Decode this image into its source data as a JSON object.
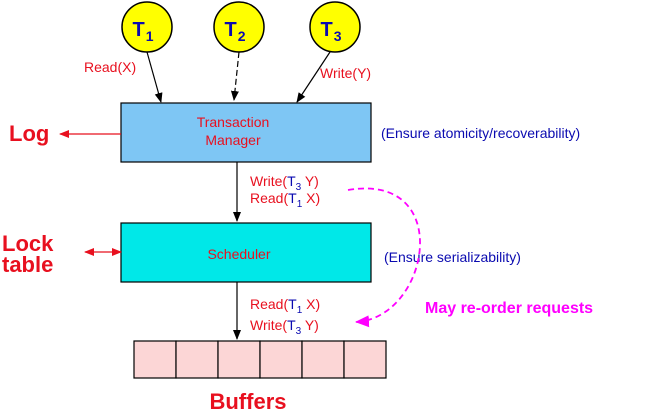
{
  "colors": {
    "red": "#e8101f",
    "blue": "#0a0ab0",
    "magenta": "#ff00ff",
    "txn_fill": "#7ec6f4",
    "sched_fill": "#00e8e8",
    "buffer_fill": "#fcd6d6",
    "node_fill": "#ffff00"
  },
  "transactions": [
    {
      "label": "T",
      "sub": "1"
    },
    {
      "label": "T",
      "sub": "2"
    },
    {
      "label": "T",
      "sub": "3"
    }
  ],
  "ops_top": {
    "read_x": "Read(X)",
    "write_y": "Write(Y)"
  },
  "transaction_manager": {
    "line1": "Transaction",
    "line2": "Manager"
  },
  "log_label": "Log",
  "tm_note": "(Ensure atomicity/recoverability)",
  "ops_mid": [
    {
      "pre": "Write(",
      "t": "T",
      "sub": "3",
      "post": " Y)"
    },
    {
      "pre": "Read(",
      "t": "T",
      "sub": "1",
      "post": " X)"
    }
  ],
  "scheduler": {
    "label": "Scheduler"
  },
  "lock_table": {
    "line1": "Lock",
    "line2": "table"
  },
  "sched_note": "(Ensure serializability)",
  "ops_bottom": [
    {
      "pre": "Read(",
      "t": "T",
      "sub": "1",
      "post": " X)"
    },
    {
      "pre": "Write(",
      "t": "T",
      "sub": "3",
      "post": " Y)"
    }
  ],
  "reorder_note": "May re-order requests",
  "buffers": {
    "label": "Buffers",
    "cells": 6
  }
}
